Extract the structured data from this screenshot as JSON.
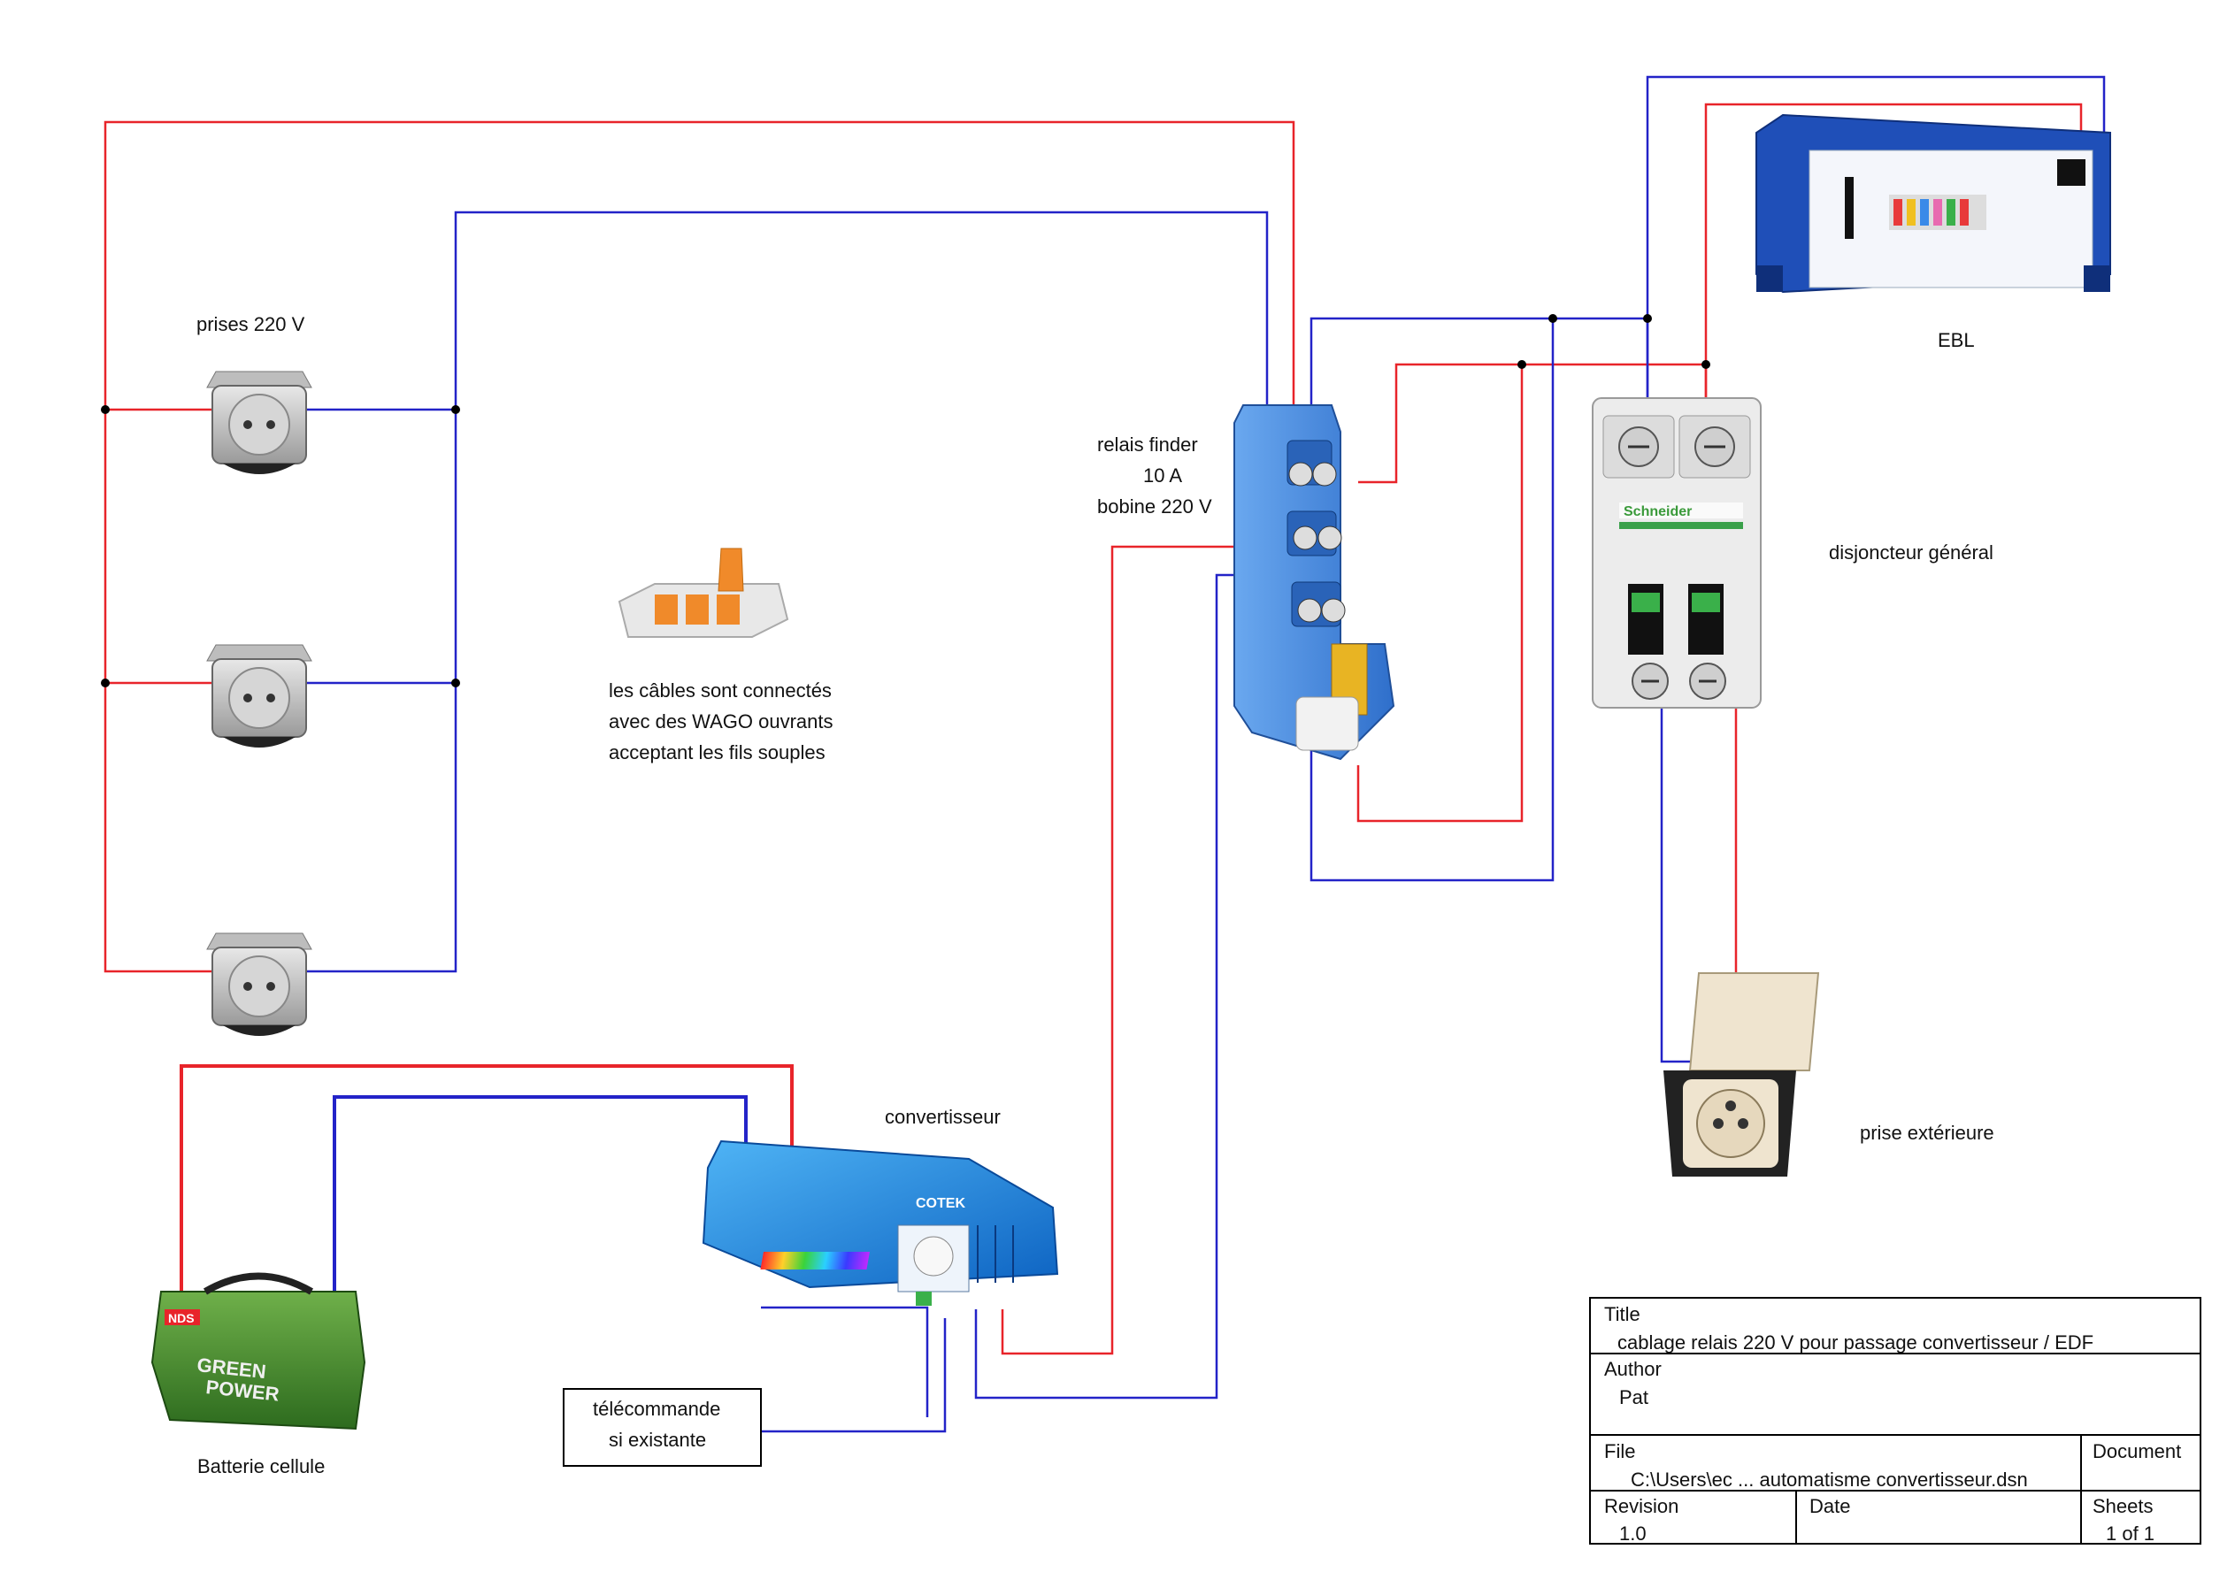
{
  "labels": {
    "sockets": "prises 220 V",
    "relay_line1": "relais finder",
    "relay_line2": "10 A",
    "relay_line3": "bobine 220 V",
    "breaker": "disjoncteur général",
    "ebl": "EBL",
    "outdoor_socket": "prise extérieure",
    "converter": "convertisseur",
    "battery": "Batterie cellule",
    "wago_line1": "les câbles sont connectés",
    "wago_line2": "avec des WAGO ouvrants",
    "wago_line3": "acceptant les fils souples",
    "remote_line1": "télécommande",
    "remote_line2": "si existante"
  },
  "device_text": {
    "breaker_brand": "Schneider",
    "converter_brand": "COTEK",
    "battery_brand_top": "NDS",
    "battery_brand_1": "GREEN",
    "battery_brand_2": "POWER"
  },
  "title_block": {
    "title_label": "Title",
    "title_value": "cablage relais 220 V pour passage convertisseur / EDF",
    "author_label": "Author",
    "author_value": "Pat",
    "file_label": "File",
    "file_value": "C:\\Users\\ec ... automatisme convertisseur.dsn",
    "document_label": "Document",
    "revision_label": "Revision",
    "revision_value": "1.0",
    "date_label": "Date",
    "sheets_label": "Sheets",
    "sheets_value": "1 of 1"
  },
  "colors": {
    "phase_wire": "#e8242a",
    "neutral_wire": "#2323c8",
    "relay_blue": "#3b7fd6",
    "converter_blue": "#1f8fe0",
    "ebl_blue": "#1f4fb8",
    "battery_green": "#3f8a2c"
  }
}
